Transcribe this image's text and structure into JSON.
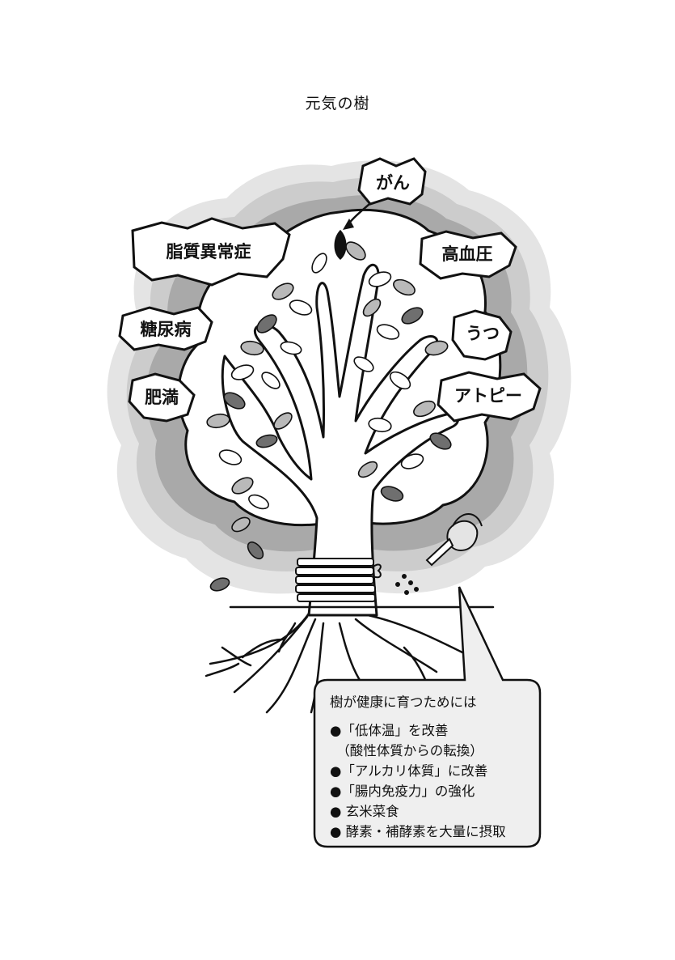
{
  "title": "元気の樹",
  "diseases": [
    {
      "key": "cancer",
      "label": "がん"
    },
    {
      "key": "dyslipidemia",
      "label": "脂質異常症"
    },
    {
      "key": "hypertension",
      "label": "高血圧"
    },
    {
      "key": "diabetes",
      "label": "糖尿病"
    },
    {
      "key": "depression",
      "label": "うつ"
    },
    {
      "key": "obesity",
      "label": "肥満"
    },
    {
      "key": "atopy",
      "label": "アトピー"
    }
  ],
  "callout": {
    "heading": "樹が健康に育つためには",
    "items": [
      "●「低体温」を改善",
      "　（酸性体質からの転換）",
      "●「アルカリ体質」に改善",
      "●「腸内免疫力」の強化",
      "● 玄米菜食",
      "● 酵素・補酵素を大量に摂取"
    ]
  },
  "colors": {
    "halo_outer": "#e4e4e4",
    "halo_mid": "#cccccc",
    "halo_inner": "#a9a9a9",
    "leaf_dark": "#6f6f6f",
    "leaf_mid": "#b9b9b9",
    "callout_fill": "#efefef",
    "outline": "#111111"
  }
}
